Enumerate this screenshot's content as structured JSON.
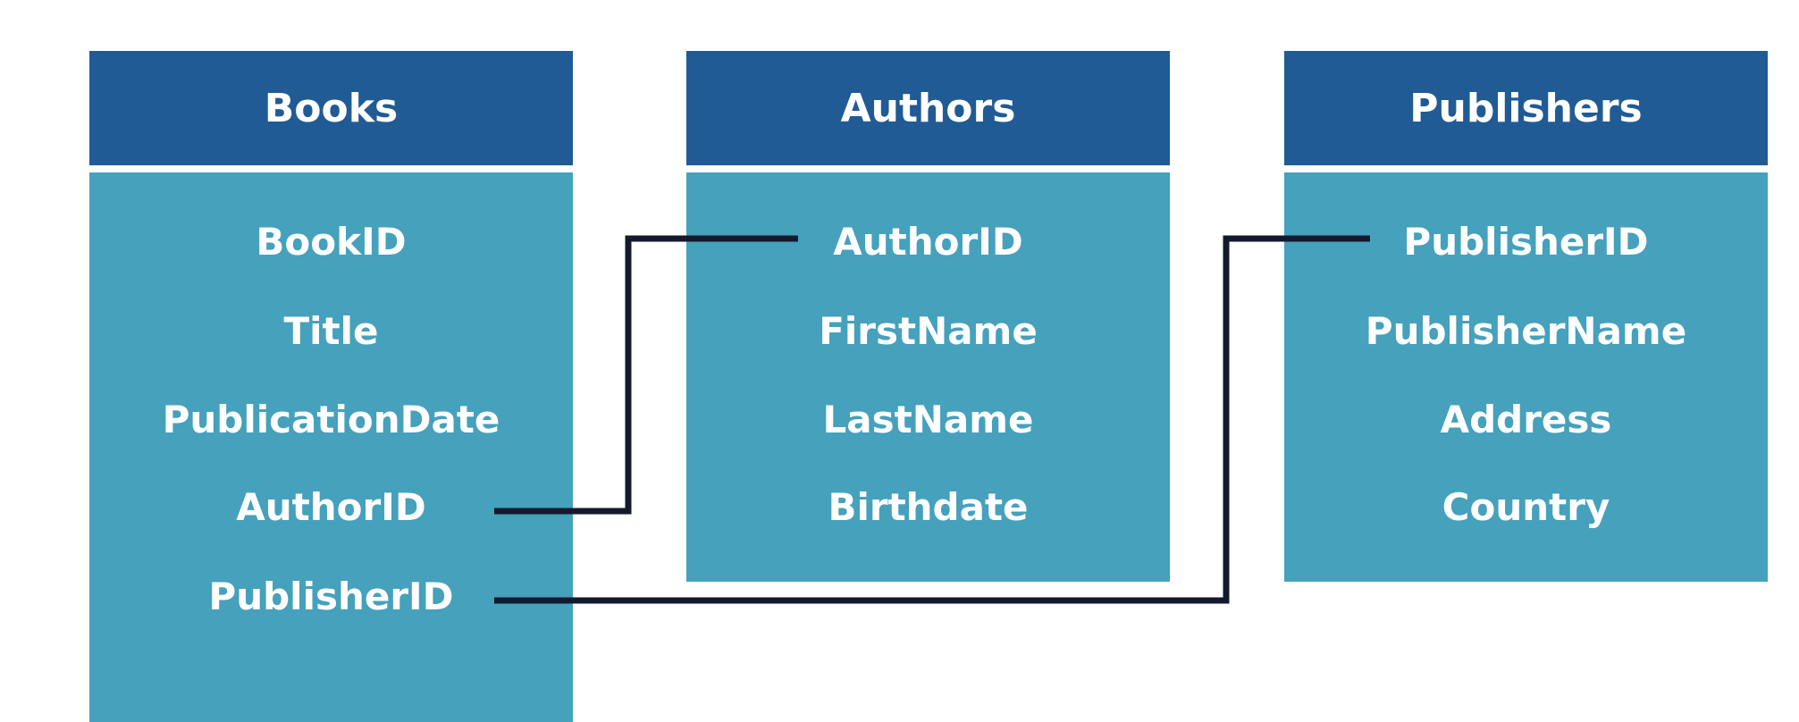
{
  "tables": [
    {
      "name": "Books",
      "fields": [
        "BookID",
        "Title",
        "PublicationDate",
        "AuthorID",
        "PublisherID"
      ]
    },
    {
      "name": "Authors",
      "fields": [
        "AuthorID",
        "FirstName",
        "LastName",
        "Birthdate"
      ]
    },
    {
      "name": "Publishers",
      "fields": [
        "PublisherID",
        "PublisherName",
        "Address",
        "Country"
      ]
    }
  ],
  "relationships": [
    {
      "from": "Books.AuthorID",
      "to": "Authors.AuthorID"
    },
    {
      "from": "Books.PublisherID",
      "to": "Publishers.PublisherID"
    }
  ],
  "colors": {
    "header": "#205b95",
    "body": "#45a1bc",
    "text": "#ffffff",
    "connector": "#141a2e",
    "background": "#ffffff"
  }
}
